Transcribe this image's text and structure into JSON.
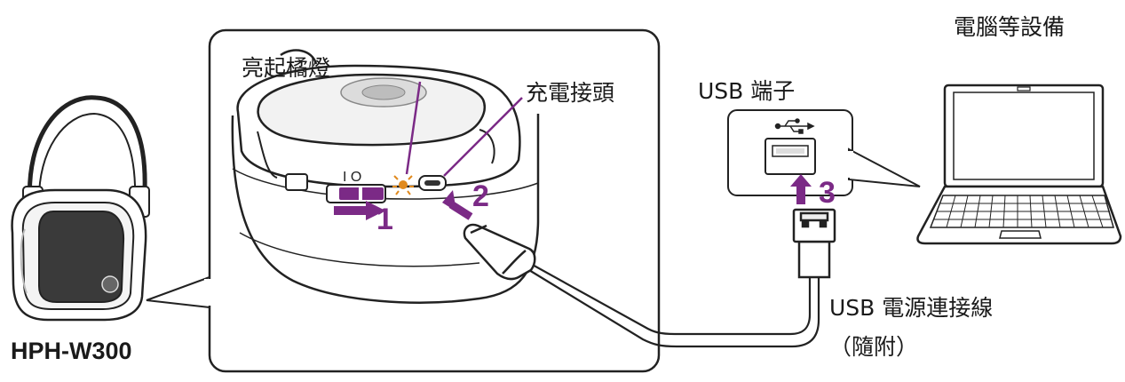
{
  "labels": {
    "led_light": "亮起橘燈",
    "charging_port": "充電接頭",
    "usb_port": "USB 端子",
    "computer": "電腦等設備",
    "cable_line1": "USB 電源連接線",
    "cable_line2": "（隨附）",
    "model": "HPH-W300",
    "switch_mark": "I O"
  },
  "steps": [
    "1",
    "2",
    "3"
  ],
  "colors": {
    "accent": "#7b2a86",
    "led": "#e08a1e",
    "outline": "#222222",
    "detail_gray": "#d6d6d6"
  },
  "icons": [
    "headphones-illustration",
    "earcup-closeup",
    "usb-symbol-icon",
    "laptop-illustration",
    "usb-cable",
    "led-indicator-icon"
  ]
}
